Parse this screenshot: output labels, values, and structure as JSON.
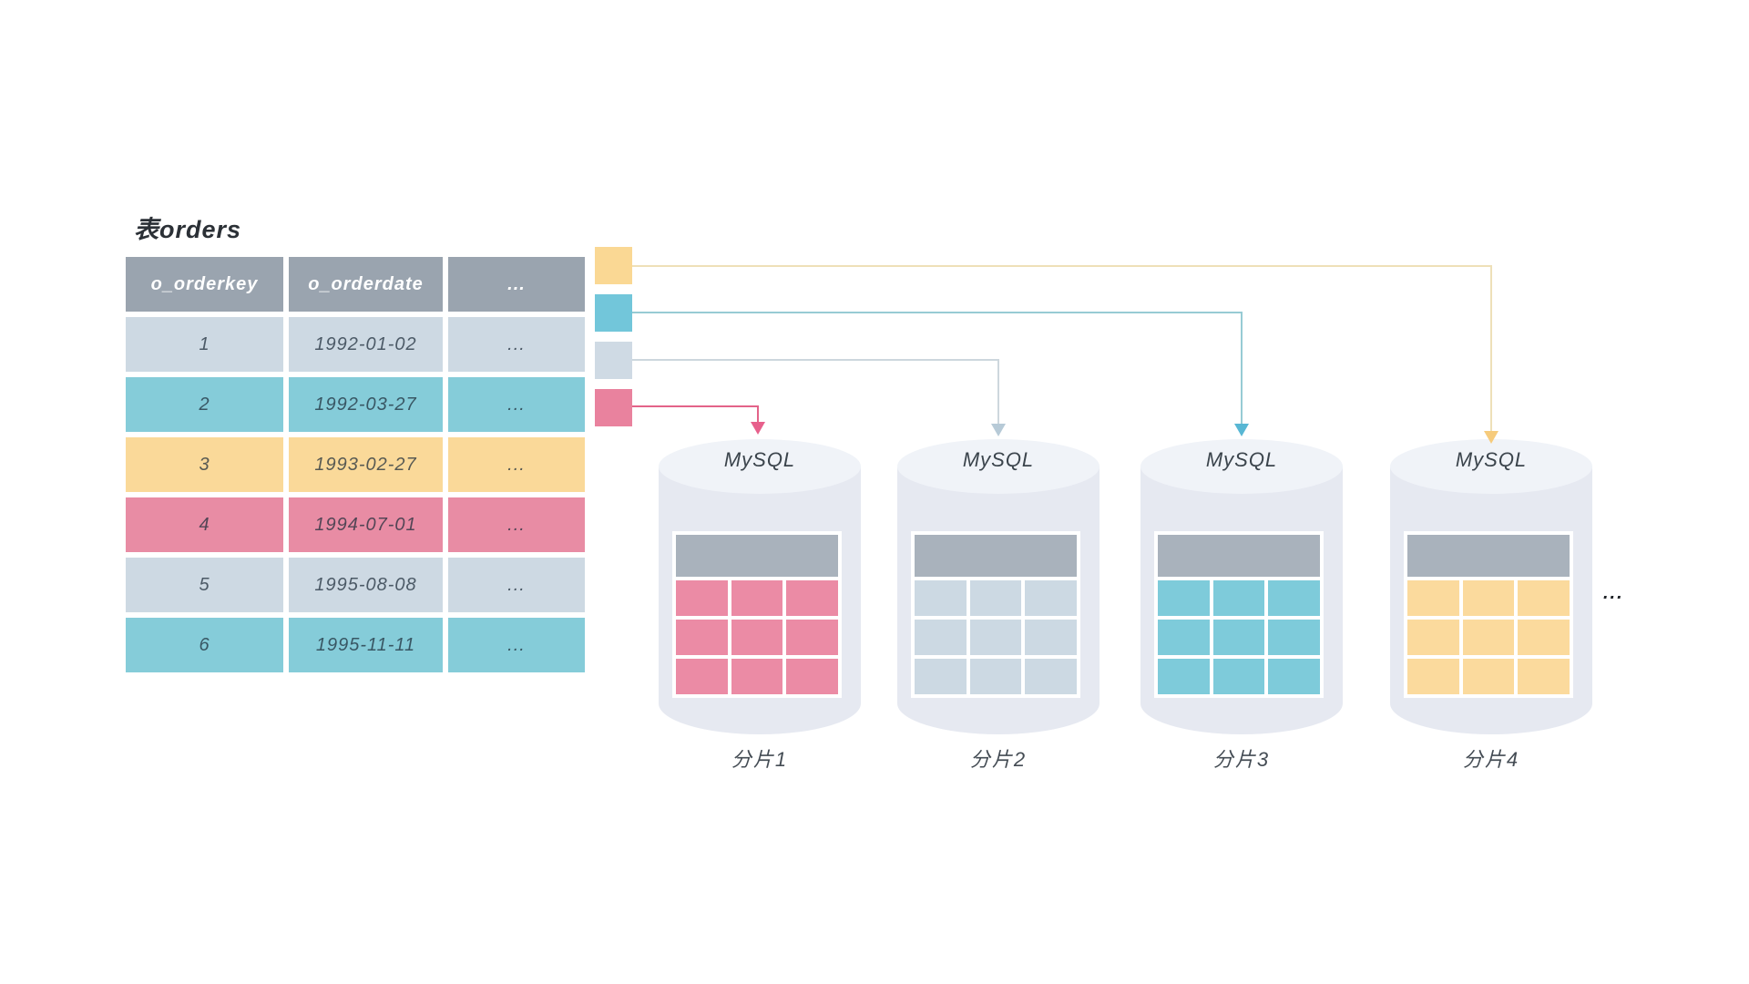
{
  "source_table": {
    "title": "表orders",
    "columns": [
      "o_orderkey",
      "o_orderdate",
      "..."
    ],
    "rows": [
      {
        "o_orderkey": "1",
        "o_orderdate": "1992-01-02",
        "more": "...",
        "shard": "shard2"
      },
      {
        "o_orderkey": "2",
        "o_orderdate": "1992-03-27",
        "more": "...",
        "shard": "shard3"
      },
      {
        "o_orderkey": "3",
        "o_orderdate": "1993-02-27",
        "more": "...",
        "shard": "shard4"
      },
      {
        "o_orderkey": "4",
        "o_orderdate": "1994-07-01",
        "more": "...",
        "shard": "shard1"
      },
      {
        "o_orderkey": "5",
        "o_orderdate": "1995-08-08",
        "more": "...",
        "shard": "shard2"
      },
      {
        "o_orderkey": "6",
        "o_orderdate": "1995-11-11",
        "more": "...",
        "shard": "shard3"
      }
    ],
    "header_bg": "#9aa4af",
    "header_text_color": "#ffffff"
  },
  "shard_palette": {
    "shard1": {
      "row_bg": "#e88ca4",
      "legend": "#e9829e",
      "line": "#e36389",
      "arrow": "#e7608c",
      "cell": "#eb8ba5"
    },
    "shard2": {
      "row_bg": "#cdd9e3",
      "legend": "#cfdae4",
      "line": "#cdd7dd",
      "arrow": "#b7cad7",
      "cell": "#ccd9e3"
    },
    "shard3": {
      "row_bg": "#85ccd9",
      "legend": "#72c6da",
      "line": "#97cbd4",
      "arrow": "#58b7d4",
      "cell": "#7ecbda"
    },
    "shard4": {
      "row_bg": "#fad999",
      "legend": "#fad894",
      "line": "#eee0b8",
      "arrow": "#f6cb7c",
      "cell": "#fbda9d"
    }
  },
  "legend_order": [
    "shard4",
    "shard3",
    "shard2",
    "shard1"
  ],
  "shards": [
    {
      "id": "shard1",
      "db_label": "MySQL",
      "caption": "分片1"
    },
    {
      "id": "shard2",
      "db_label": "MySQL",
      "caption": "分片2"
    },
    {
      "id": "shard3",
      "db_label": "MySQL",
      "caption": "分片3"
    },
    {
      "id": "shard4",
      "db_label": "MySQL",
      "caption": "分片4"
    }
  ],
  "cylinder": {
    "body_color": "#e6e9f1",
    "lid_color": "#f0f3f8",
    "mini_header_color": "#a9b2bc"
  },
  "more_shards_ellipsis": "..."
}
